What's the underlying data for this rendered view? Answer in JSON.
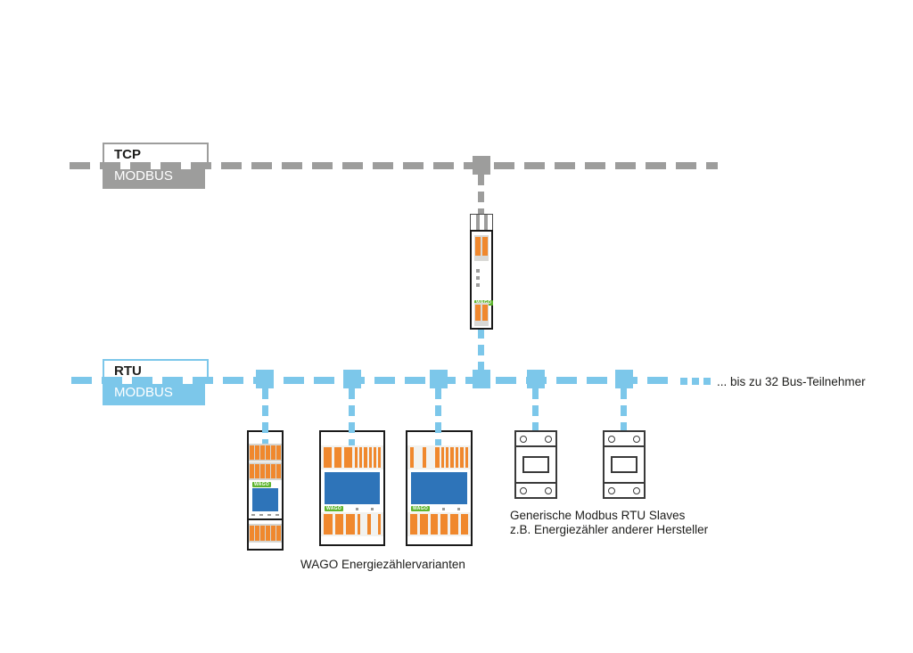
{
  "brand": "WAGO",
  "tcp_bus": {
    "protocol": "TCP",
    "bus_name": "MODBUS",
    "color": "#9d9d9c"
  },
  "rtu_bus": {
    "protocol": "RTU",
    "bus_name": "MODBUS",
    "color": "#7cc7ea",
    "participants_note": "... bis zu 32 Bus-Teilnehmer"
  },
  "labels": {
    "wago_devices": "WAGO Energiezählervarianten",
    "generic_slaves_line1": "Generische Modbus RTU Slaves",
    "generic_slaves_line2": "z.B. Energiezähler anderer Hersteller"
  },
  "colors": {
    "gray": "#9d9d9c",
    "blue": "#7cc7ea",
    "orange": "#f0882d",
    "display_blue": "#2e74b9",
    "wago_green": "#5fb52f"
  }
}
